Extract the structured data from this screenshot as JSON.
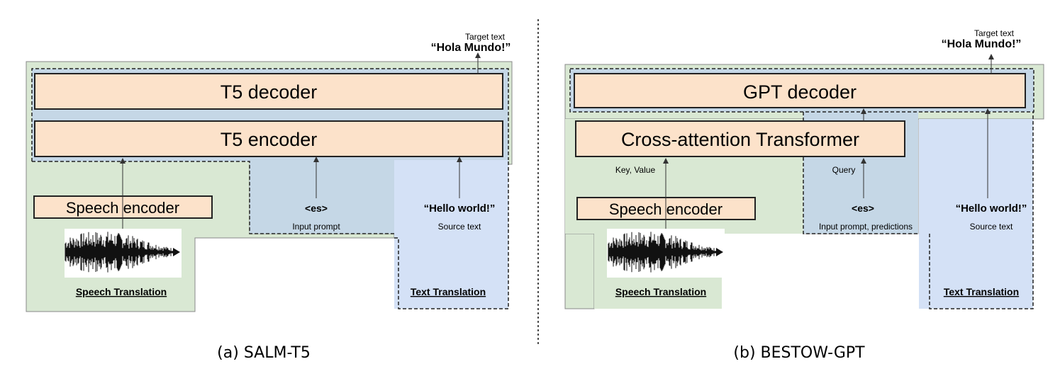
{
  "left": {
    "target_label": "Target text",
    "target_text": "“Hola Mundo!”",
    "decoder": "T5 decoder",
    "encoder": "T5 encoder",
    "speech_encoder": "Speech encoder",
    "prompt_token": "<es>",
    "prompt_label": "Input prompt",
    "source_text": "“Hello world!”",
    "source_label": "Source text",
    "speech_task": "Speech  Translation",
    "text_task": "Text Translation",
    "caption": "(a) SALM-T5"
  },
  "right": {
    "target_label": "Target text",
    "target_text": "“Hola Mundo!”",
    "decoder": "GPT decoder",
    "cross_attn": "Cross-attention Transformer",
    "kv_label": "Key, Value",
    "query_label": "Query",
    "speech_encoder": "Speech encoder",
    "prompt_token": "<es>",
    "prompt_label": "Input prompt, predictions",
    "source_text": "“Hello world!”",
    "source_label": "Source text",
    "speech_task": "Speech  Translation",
    "text_task": "Text Translation",
    "caption": "(b) BESTOW-GPT"
  },
  "colors": {
    "green_region": "#d9e8d3",
    "blue_region": "#c5d7e6",
    "light_blue_region": "#d4e1f6",
    "box_fill": "#fce2ca"
  }
}
